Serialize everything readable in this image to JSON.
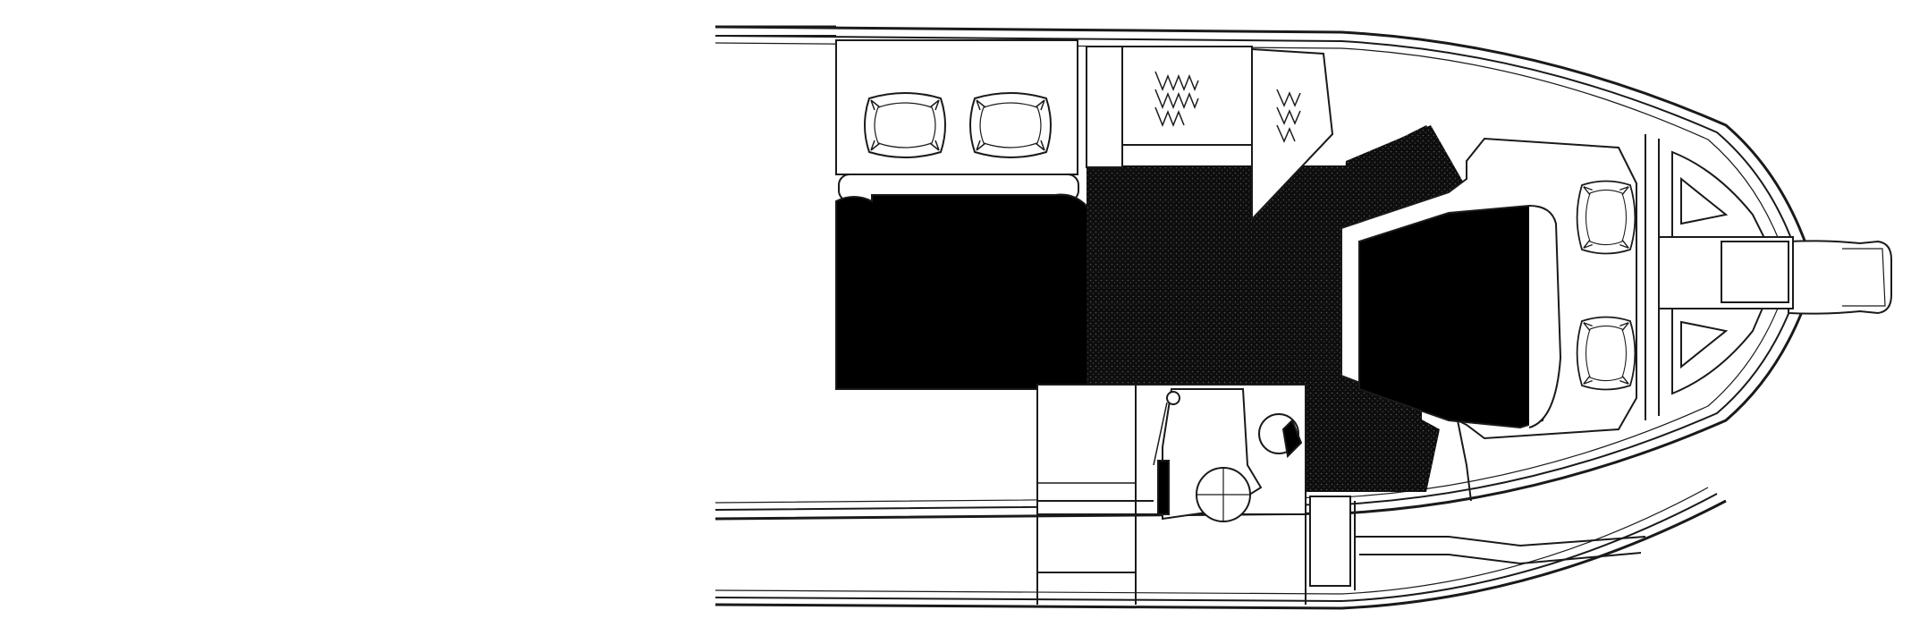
{
  "diagram": {
    "kind": "boat-cabin-floor-plan",
    "colors": {
      "background": "#ffffff",
      "line": "#1a1a1a",
      "fill_dark": "#000000",
      "fill_carpet": "#111111"
    },
    "features": [
      "hull-outline",
      "bow-pulpit",
      "anchor-locker",
      "aft-settee",
      "pillow",
      "hanging-locker",
      "galley-sink",
      "head-toilet",
      "v-berth",
      "carpeted-sole"
    ]
  }
}
